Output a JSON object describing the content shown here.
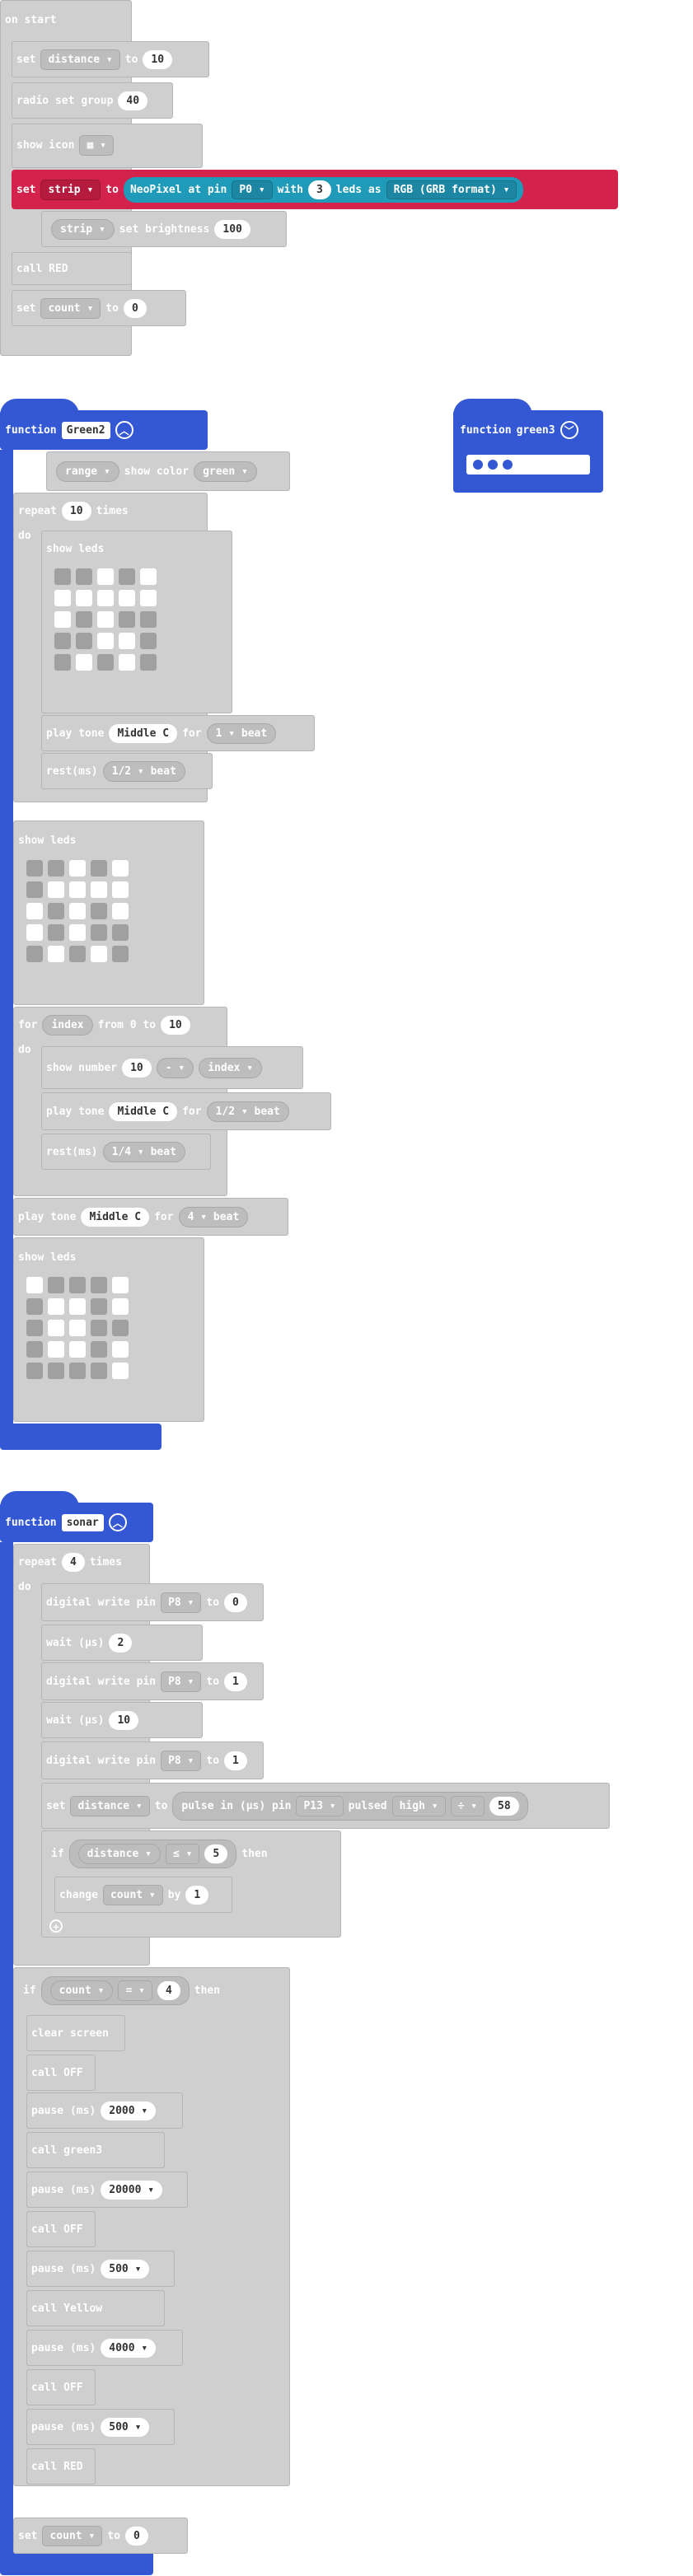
{
  "on_start": {
    "title": "on start",
    "set1": {
      "kw": "set",
      "var": "distance",
      "to": "to",
      "val": "10"
    },
    "radio": {
      "kw": "radio set group",
      "val": "40"
    },
    "show_icon": {
      "kw": "show icon"
    },
    "neopixel": {
      "kw": "set",
      "var": "strip",
      "to": "to",
      "label1": "NeoPixel at pin",
      "pin": "P0",
      "with": "with",
      "num": "3",
      "leds": "leds as",
      "fmt": "RGB (GRB format)"
    },
    "bright": {
      "var": "strip",
      "kw": "set brightness",
      "val": "100"
    },
    "call": {
      "kw": "call RED"
    },
    "set2": {
      "kw": "set",
      "var": "count",
      "to": "to",
      "val": "0"
    }
  },
  "green2": {
    "kw": "function",
    "name": "Green2",
    "range": {
      "var": "range",
      "kw": "show color",
      "color": "green"
    },
    "repeat": {
      "kw": "repeat",
      "val": "10",
      "times": "times",
      "do": "do"
    },
    "show_leds_label": "show leds",
    "play1": {
      "kw": "play tone",
      "note": "Middle C",
      "for": "for",
      "beat": "1 ▾ beat"
    },
    "rest1": {
      "kw": "rest(ms)",
      "beat": "1/2 ▾ beat"
    },
    "show_leds2": "show leds",
    "for": {
      "kw": "for",
      "var": "index",
      "from": "from 0 to",
      "val": "10",
      "do": "do"
    },
    "shownum": {
      "kw": "show number",
      "a": "10",
      "op": "- ▾",
      "b": "index ▾"
    },
    "play2": {
      "kw": "play tone",
      "note": "Middle C",
      "for": "for",
      "beat": "1/2 ▾ beat"
    },
    "rest2": {
      "kw": "rest(ms)",
      "beat": "1/4 ▾ beat"
    },
    "play3": {
      "kw": "play tone",
      "note": "Middle C",
      "for": "for",
      "beat": "4 ▾ beat"
    },
    "show_leds3": "show leds"
  },
  "green3": {
    "kw": "function",
    "name": "green3"
  },
  "sonar": {
    "kw": "function",
    "name": "sonar",
    "repeat": {
      "kw": "repeat",
      "val": "4",
      "times": "times",
      "do": "do"
    },
    "dw1": {
      "kw": "digital write pin",
      "pin": "P8 ▾",
      "to": "to",
      "val": "0"
    },
    "wait1": {
      "kw": "wait (µs)",
      "val": "2"
    },
    "dw2": {
      "kw": "digital write pin",
      "pin": "P8 ▾",
      "to": "to",
      "val": "1"
    },
    "wait2": {
      "kw": "wait (µs)",
      "val": "10"
    },
    "dw3": {
      "kw": "digital write pin",
      "pin": "P8 ▾",
      "to": "to",
      "val": "1"
    },
    "setd": {
      "kw": "set",
      "var": "distance ▾",
      "to": "to",
      "pulse": "pulse in (µs) pin",
      "pin": "P13 ▾",
      "pulsed": "pulsed",
      "lvl": "high ▾",
      "op": "÷ ▾",
      "val": "58"
    },
    "if1": {
      "kw": "if",
      "var": "distance ▾",
      "op": "≤ ▾",
      "val": "5",
      "then": "then"
    },
    "change": {
      "kw": "change",
      "var": "count ▾",
      "by": "by",
      "val": "1"
    },
    "if2": {
      "kw": "if",
      "var": "count ▾",
      "op": "= ▾",
      "val": "4",
      "then": "then"
    },
    "clear": "clear screen",
    "c_off1": "call OFF",
    "p1": {
      "kw": "pause (ms)",
      "val": "2000 ▾"
    },
    "c_g3": "call green3",
    "p2": {
      "kw": "pause (ms)",
      "val": "20000 ▾"
    },
    "c_off2": "call OFF",
    "p3": {
      "kw": "pause (ms)",
      "val": "500 ▾"
    },
    "c_yel": "call Yellow",
    "p4": {
      "kw": "pause (ms)",
      "val": "4000 ▾"
    },
    "c_off3": "call OFF",
    "p5": {
      "kw": "pause (ms)",
      "val": "500 ▾"
    },
    "c_red": "call RED",
    "setc": {
      "kw": "set",
      "var": "count ▾",
      "to": "to",
      "val": "0"
    }
  },
  "leds1": [
    0,
    0,
    1,
    0,
    1,
    1,
    1,
    1,
    1,
    1,
    1,
    0,
    1,
    0,
    0,
    0,
    0,
    1,
    1,
    0,
    0,
    1,
    0,
    1,
    0
  ],
  "leds2": [
    0,
    0,
    1,
    0,
    1,
    0,
    1,
    1,
    1,
    1,
    1,
    0,
    1,
    0,
    1,
    1,
    0,
    1,
    0,
    0,
    0,
    1,
    0,
    1,
    0
  ],
  "leds3": [
    1,
    0,
    0,
    0,
    1,
    0,
    1,
    1,
    0,
    1,
    0,
    1,
    1,
    0,
    0,
    0,
    1,
    1,
    0,
    1,
    0,
    0,
    0,
    0,
    1
  ]
}
